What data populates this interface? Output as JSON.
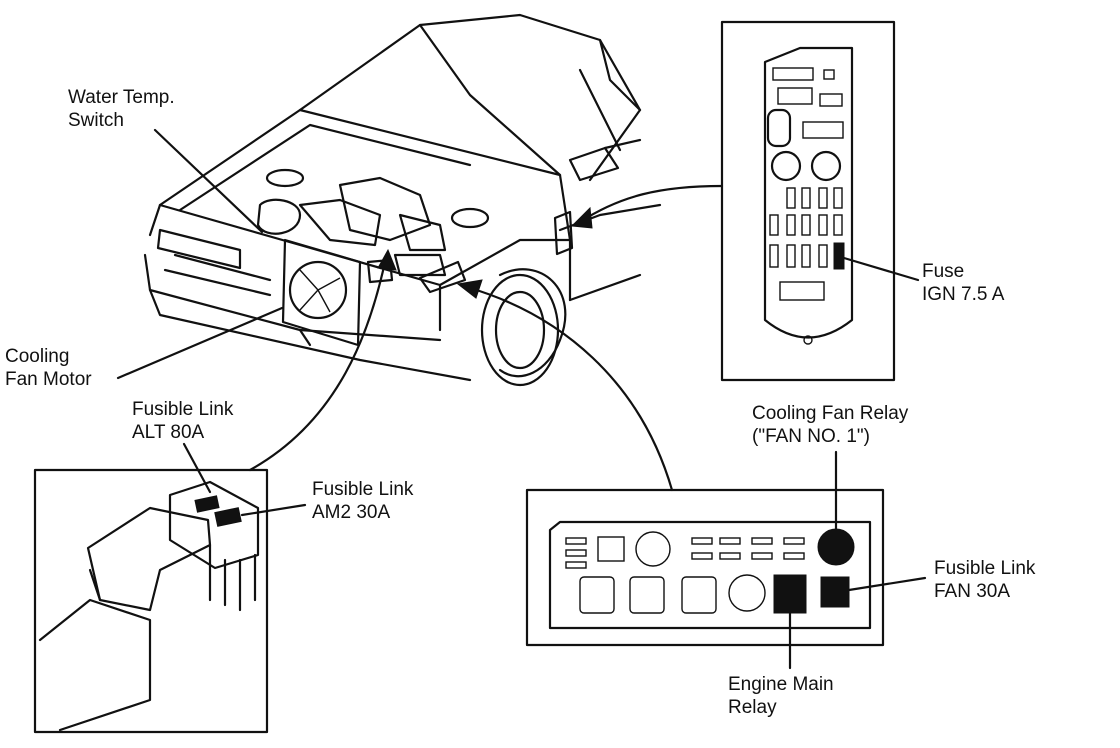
{
  "labels": {
    "water_temp": [
      "Water Temp.",
      "Switch"
    ],
    "cooling_fan_motor": [
      "Cooling",
      "Fan Motor"
    ],
    "fusible_alt": [
      "Fusible Link",
      "ALT 80A"
    ],
    "fusible_am2": [
      "Fusible Link",
      "AM2 30A"
    ],
    "fuse_ign": [
      "Fuse",
      "IGN 7.5 A"
    ],
    "cooling_fan_relay": [
      "Cooling Fan Relay",
      "(\"FAN NO. 1\")"
    ],
    "fusible_fan": [
      "Fusible Link",
      "FAN 30A"
    ],
    "engine_main_relay": [
      "Engine Main",
      "Relay"
    ]
  },
  "colors": {
    "ink": "#111111",
    "paper": "#ffffff"
  }
}
